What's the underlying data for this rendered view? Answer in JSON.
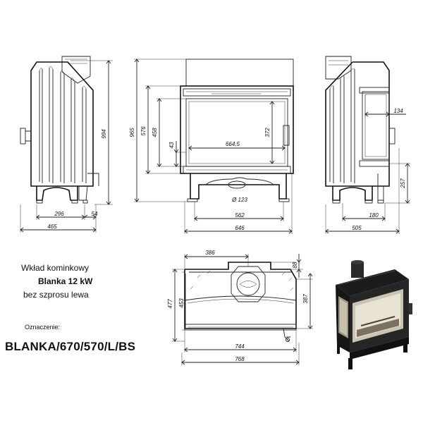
{
  "description": {
    "line1": "Wkład kominkowy",
    "line2": "Blanka 12 kW",
    "line3": "bez szprosu lewa"
  },
  "designation_label": "Oznaczenie:",
  "model_code": "BLANKA/670/570/L/BS",
  "dimensions": {
    "side_left": {
      "height": "994",
      "depth_inner": "296",
      "offset": "54",
      "depth_total": "465"
    },
    "front": {
      "height_total": "965",
      "height_body": "576",
      "glass_height": "458",
      "bottom_offset": "43",
      "glass_width": "664,5",
      "glass_right_height": "372",
      "flue_diameter": "Ø 123",
      "leg_span": "562",
      "width_total": "646"
    },
    "side_right": {
      "glass_width": "134",
      "side_height": "257",
      "leg_offset": "180",
      "depth_total": "505"
    },
    "top": {
      "flue_offset": "386",
      "top_depth": "88",
      "depth_left": "477",
      "depth_inner": "453",
      "depth_right": "387",
      "width_body": "744",
      "width_total": "768"
    }
  },
  "icons": [
    "fireplace-photo"
  ]
}
